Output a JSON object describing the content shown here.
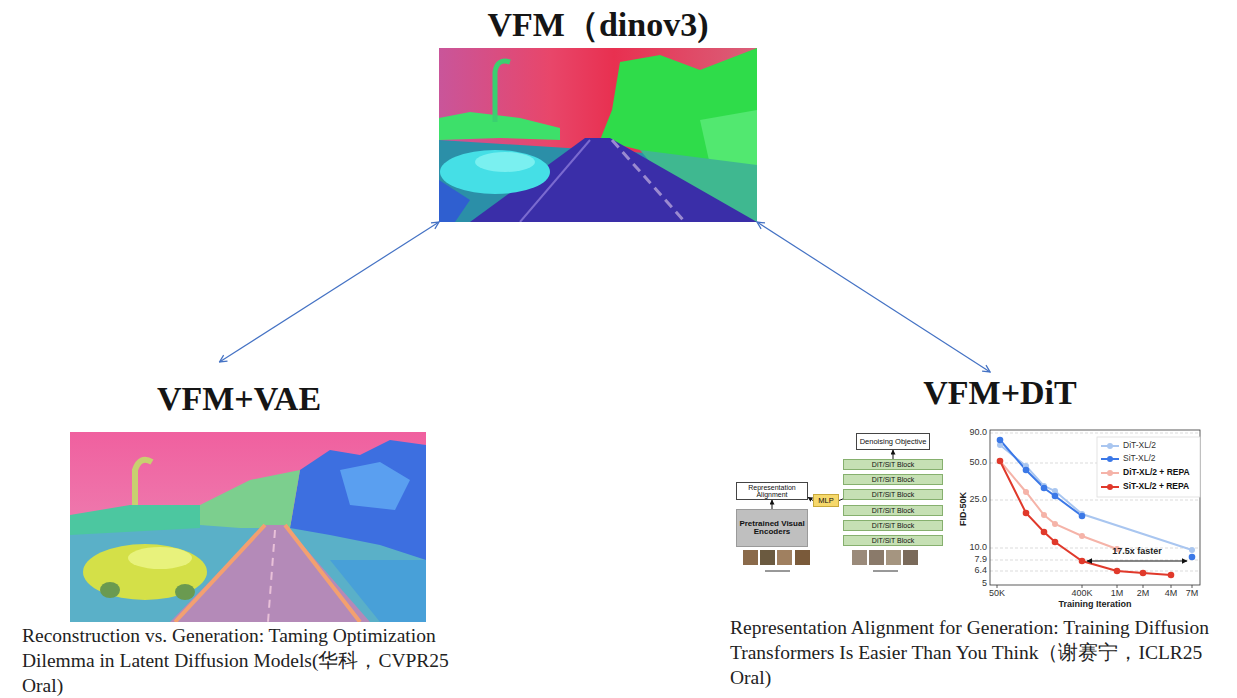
{
  "diagram": {
    "nodes": [
      {
        "text": [
          "VFM（dinov3)"
        ]
      },
      {
        "text": [
          "VFM+VAE",
          "Reconstruction vs. Generation: Taming Optimization Dilemma in Latent Diffusion Models(华科，CVPR25 Oral)"
        ]
      },
      {
        "text": [
          "VFM+DiT",
          "Representation Alignment for Generation: Training Diffusion Transformers Is Easier Than You Think（谢赛宁，ICLR25 Oral)"
        ]
      },
      {
        "text": [
          "Denoising Objective"
        ],
        "in": 2
      },
      {
        "text": [
          "DiT/SiT Block"
        ],
        "in": 2
      },
      {
        "text": [
          "DiT/SiT Block"
        ],
        "in": 2
      },
      {
        "text": [
          "DiT/SiT Block"
        ],
        "in": 2
      },
      {
        "text": [
          "DiT/SiT Block"
        ],
        "in": 2
      },
      {
        "text": [
          "DiT/SiT Block"
        ],
        "in": 2
      },
      {
        "text": [
          "DiT/SiT Block"
        ],
        "in": 2
      },
      {
        "text": [
          "Representation Alignment"
        ],
        "in": 2
      },
      {
        "text": [
          "MLP"
        ],
        "in": 2
      },
      {
        "text": [
          "Pretrained Visual Encoders"
        ],
        "in": 2
      }
    ],
    "edges": [
      {
        "from": 0,
        "to": 1,
        "arrow": "both"
      },
      {
        "from": 0,
        "to": 2,
        "arrow": "both"
      },
      {
        "from": 4,
        "to": 3,
        "arrow": "to"
      },
      {
        "from": 6,
        "to": 11,
        "arrow": "none"
      },
      {
        "from": 11,
        "to": 10,
        "arrow": "to"
      },
      {
        "from": 12,
        "to": 10,
        "arrow": "to"
      }
    ],
    "labels": [
      "90.0",
      "50.0",
      "25.0",
      "10.0",
      "7.9",
      "6.4",
      "5",
      "50K",
      "400K",
      "1M",
      "2M",
      "4M",
      "7M",
      "FID-50K",
      "Training Iteration",
      "17.5x faster"
    ],
    "legend": [
      {
        "text": "DiT-XL/2"
      },
      {
        "text": "SiT-XL/2"
      },
      {
        "text": "DiT-XL/2 + REPA"
      },
      {
        "text": "SiT-XL/2 + REPA"
      }
    ]
  }
}
